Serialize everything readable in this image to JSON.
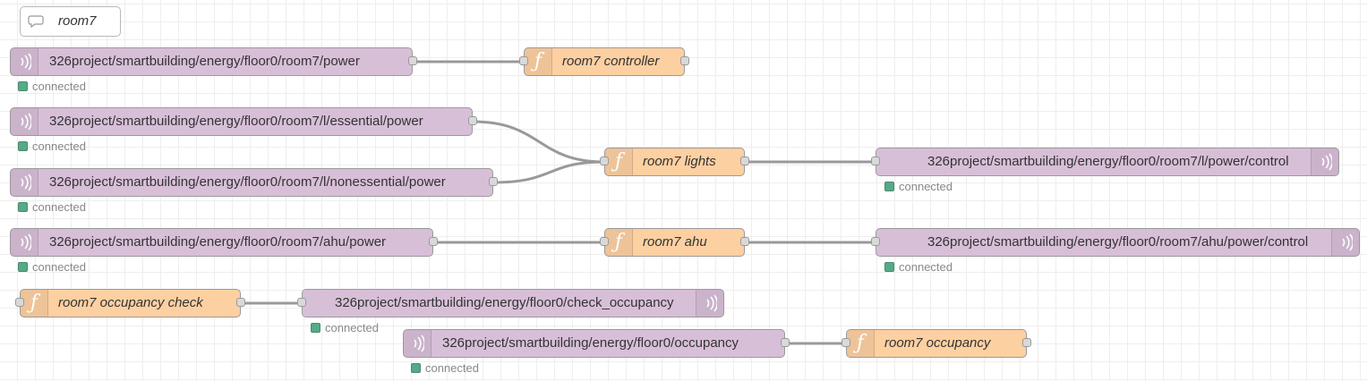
{
  "comment": {
    "label": "room7"
  },
  "status_text": "connected",
  "colors": {
    "mqtt": "#d8bfd8",
    "function": "#fdd0a2",
    "status_connected": "#5a8",
    "wire": "#999999"
  },
  "nodes": {
    "in_power": {
      "label": "326project/smartbuilding/energy/floor0/room7/power"
    },
    "fn_controller": {
      "label": "room7 controller"
    },
    "in_essential": {
      "label": "326project/smartbuilding/energy/floor0/room7/l/essential/power"
    },
    "in_nonessential": {
      "label": "326project/smartbuilding/energy/floor0/room7/l/nonessential/power"
    },
    "fn_lights": {
      "label": "room7 lights"
    },
    "out_lights": {
      "label": "326project/smartbuilding/energy/floor0/room7/l/power/control"
    },
    "in_ahu": {
      "label": "326project/smartbuilding/energy/floor0/room7/ahu/power"
    },
    "fn_ahu": {
      "label": "room7 ahu"
    },
    "out_ahu": {
      "label": "326project/smartbuilding/energy/floor0/room7/ahu/power/control"
    },
    "fn_occ_check": {
      "label": "room7 occupancy check"
    },
    "out_check_occ": {
      "label": "326project/smartbuilding/energy/floor0/check_occupancy"
    },
    "in_occupancy": {
      "label": "326project/smartbuilding/energy/floor0/occupancy"
    },
    "fn_occupancy": {
      "label": "room7 occupancy"
    }
  }
}
